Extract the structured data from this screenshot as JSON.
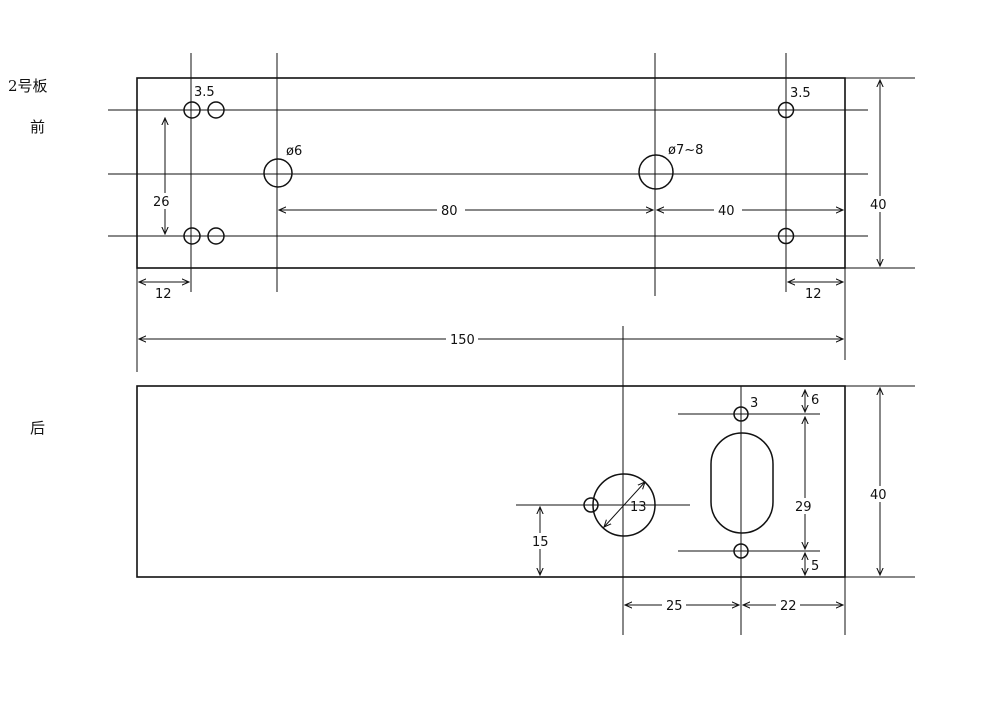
{
  "labels": {
    "top_note_line1": "2号板",
    "top_note_line2": "前",
    "bottom_note": "后"
  },
  "top_view": {
    "dim_small_hole_left": "3.5",
    "dim_small_hole_right": "3.5",
    "dim_hole_d6": "ø6",
    "dim_hole_d7_8": "ø7~8",
    "dim_vertical_26": "26",
    "dim_span_80": "80",
    "dim_span_40": "40",
    "dim_height_40": "40",
    "dim_left_12": "12",
    "dim_right_12": "12",
    "dim_total_150": "150"
  },
  "bottom_view": {
    "dim_small_hole_3": "3",
    "dim_top_6": "6",
    "dim_slot_29": "29",
    "dim_bottom_5": "5",
    "dim_height_40": "40",
    "dim_circle_13": "13",
    "dim_vertical_15": "15",
    "dim_span_25": "25",
    "dim_span_22": "22"
  }
}
